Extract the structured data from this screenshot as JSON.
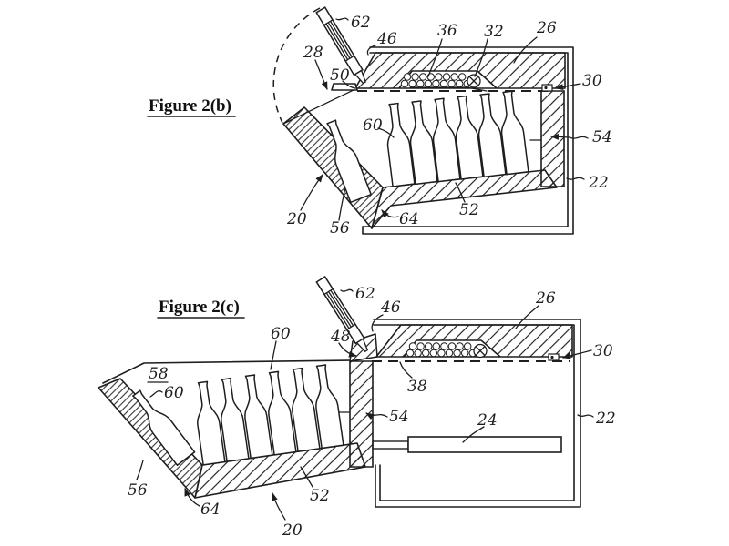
{
  "page": {
    "background": "#ffffff",
    "ink": "#1e1e1e"
  },
  "fig_b": {
    "caption": "Figure 2(b)",
    "labels": {
      "n20": "20",
      "n22": "22",
      "n26": "26",
      "n28": "28",
      "n30": "30",
      "n32": "32",
      "n36": "36",
      "n46": "46",
      "n50": "50",
      "n52": "52",
      "n54": "54",
      "n56": "56",
      "n60": "60",
      "n62": "62",
      "n64": "64"
    }
  },
  "fig_c": {
    "caption": "Figure 2(c)",
    "labels": {
      "n20": "20",
      "n22": "22",
      "n24": "24",
      "n26": "26",
      "n30": "30",
      "n38": "38",
      "n46": "46",
      "n48": "48",
      "n52": "52",
      "n54": "54",
      "n56": "56",
      "n58": "58",
      "n60": "60",
      "n62": "62",
      "n64": "64"
    }
  }
}
